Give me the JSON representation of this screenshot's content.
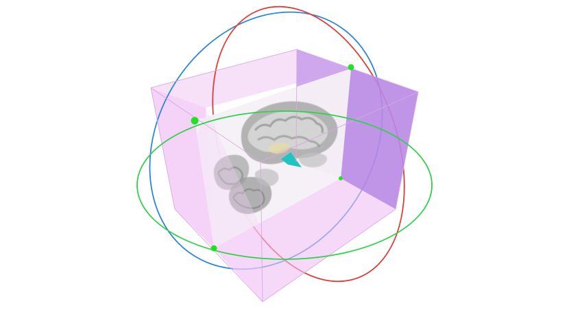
{
  "viewer": {
    "colors": {
      "background": "#ffffff",
      "box_face_light": "#f2c4f6",
      "box_face_dark": "#b98ae6",
      "box_edge": "#d7a9dd",
      "slice_plane": "#f4eef6",
      "ring_x": "#e23b34",
      "ring_y": "#2b86d9",
      "ring_z": "#2ed14a",
      "handle": "#22e022",
      "structure_highlight": "#1ec4bf"
    },
    "icons": {
      "rotate_ring_x": "ring-red",
      "rotate_ring_y": "ring-blue",
      "rotate_ring_z": "ring-green",
      "handle": "green-dot"
    }
  }
}
